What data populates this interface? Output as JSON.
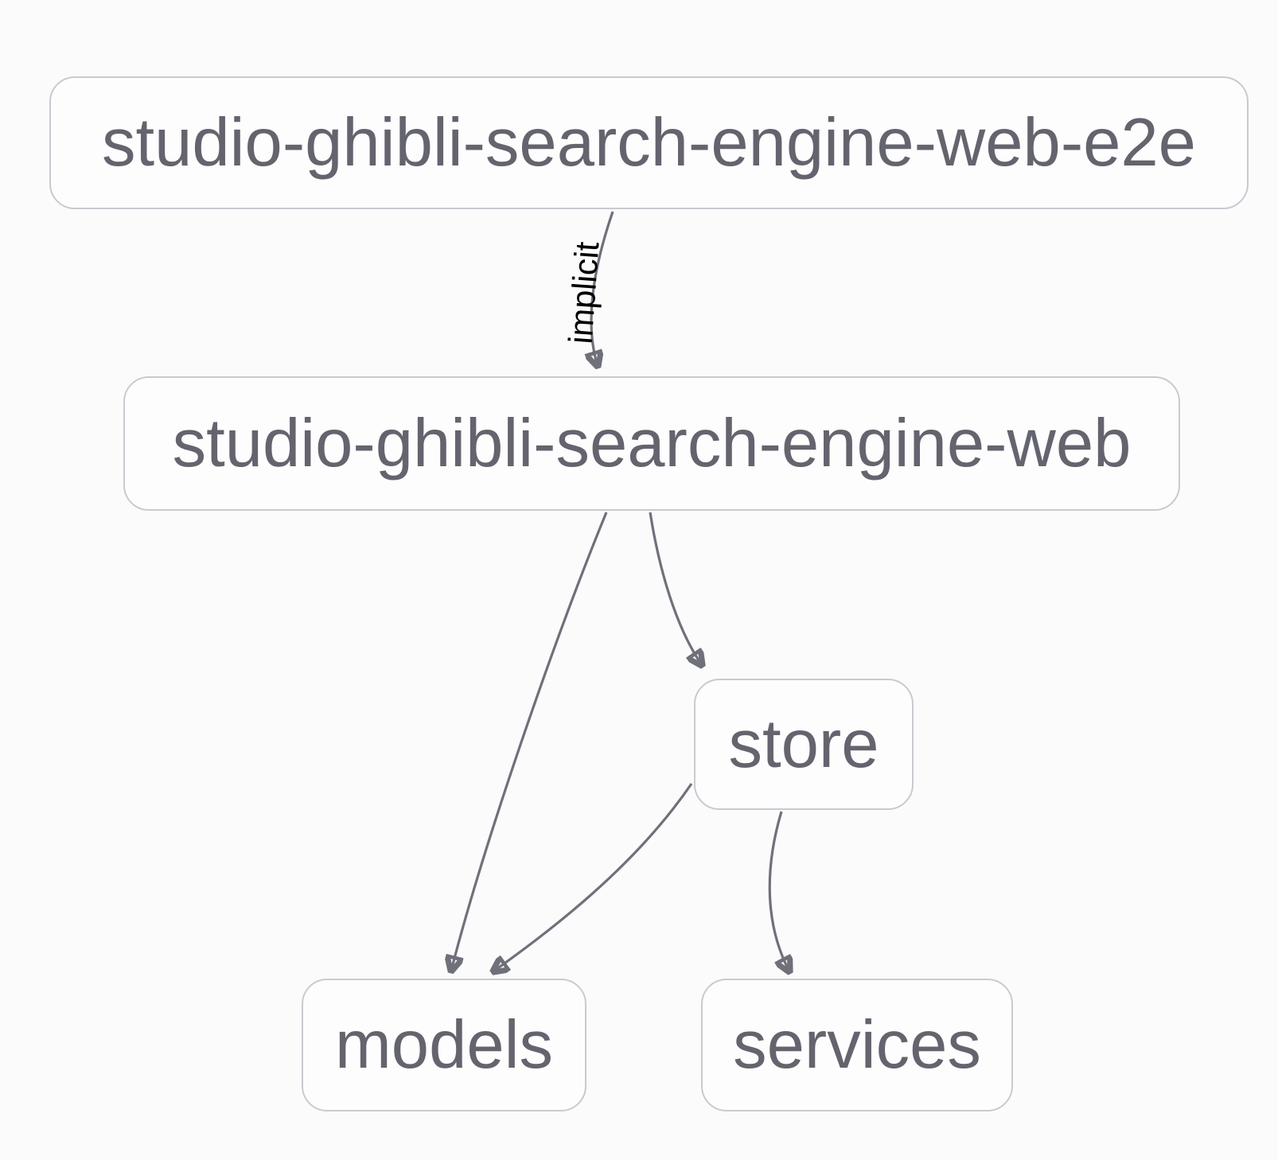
{
  "diagram": {
    "background_color": "#fbfbfc",
    "colors": {
      "node_fill": "#fdfdfe",
      "node_border": "#c9cad1",
      "node_text": "#64646e",
      "edge_stroke": "#70707a",
      "edge_label_text": "#000000"
    },
    "nodes": [
      {
        "id": "studio-ghibli-search-engine-web-e2e",
        "label": "studio-ghibli-search-engine-web-e2e"
      },
      {
        "id": "studio-ghibli-search-engine-web",
        "label": "studio-ghibli-search-engine-web"
      },
      {
        "id": "store",
        "label": "store"
      },
      {
        "id": "models",
        "label": "models"
      },
      {
        "id": "services",
        "label": "services"
      }
    ],
    "edges": [
      {
        "from": "studio-ghibli-search-engine-web-e2e",
        "to": "studio-ghibli-search-engine-web",
        "label": "implicit"
      },
      {
        "from": "studio-ghibli-search-engine-web",
        "to": "models",
        "label": ""
      },
      {
        "from": "studio-ghibli-search-engine-web",
        "to": "store",
        "label": ""
      },
      {
        "from": "store",
        "to": "models",
        "label": ""
      },
      {
        "from": "store",
        "to": "services",
        "label": ""
      }
    ]
  }
}
